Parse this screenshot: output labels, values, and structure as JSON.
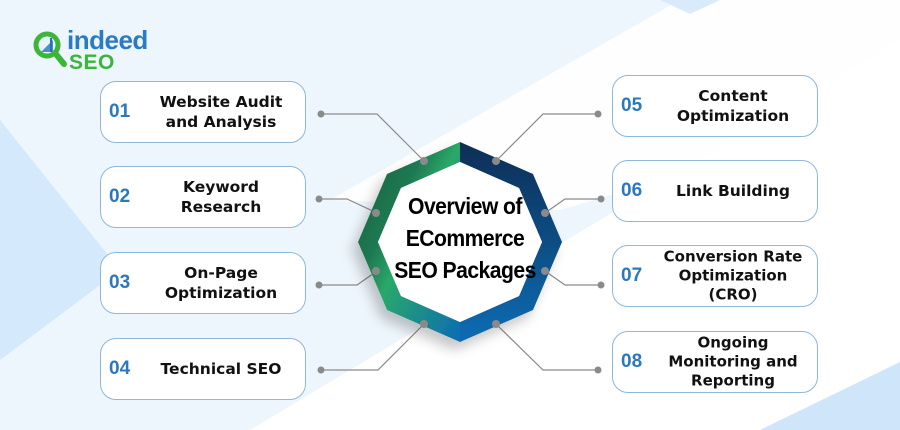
{
  "brand": {
    "name_line1": "indeed",
    "name_line2": "SEO",
    "icon": "magnifier-chart-icon",
    "colors": {
      "blue": "#2a7bc4",
      "green": "#3cb53a"
    }
  },
  "center": {
    "title": [
      "Overview of",
      "ECommerce",
      "SEO Packages"
    ],
    "ring_colors": {
      "green": "#2aa86a",
      "dark_green": "#1a5a36",
      "navy": "#0b2e55",
      "blue": "#0b6cb3"
    }
  },
  "items": [
    {
      "number": "01",
      "label": "Website Audit and Analysis"
    },
    {
      "number": "02",
      "label": "Keyword Research"
    },
    {
      "number": "03",
      "label": "On-Page Optimization"
    },
    {
      "number": "04",
      "label": "Technical SEO"
    },
    {
      "number": "05",
      "label": "Content Optimization"
    },
    {
      "number": "06",
      "label": "Link Building"
    },
    {
      "number": "07",
      "label": "Conversion Rate Optimization (CRO)"
    },
    {
      "number": "08",
      "label": "Ongoing Monitoring and Reporting"
    }
  ],
  "colors": {
    "number": "#2b78bf",
    "card_border": "#8fb7d8",
    "connector": "#8a8a8a"
  }
}
